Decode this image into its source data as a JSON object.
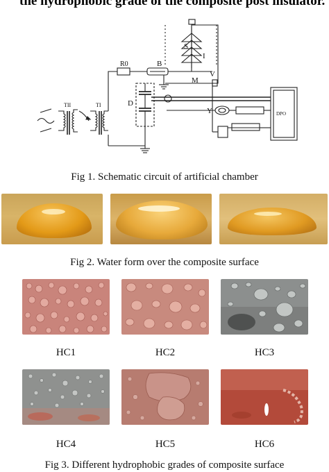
{
  "top_text": "the hydrophobic grade of the composite post insulator.",
  "fig1": {
    "caption": "Fig 1.  Schematic circuit of artificial chamber",
    "labels": {
      "S": "S",
      "I": "I",
      "R0": "R0",
      "B": "B",
      "V": "V",
      "M": "M",
      "D": "D",
      "Y": "Y",
      "TII": "TII",
      "TI": "TI",
      "DPO": "DPO"
    }
  },
  "fig2": {
    "caption": "Fig 2. Water form over the composite surface"
  },
  "fig3": {
    "caption": "Fig 3. Different hydrophobic grades of composite surface",
    "grades": [
      "HC1",
      "HC2",
      "HC3",
      "HC4",
      "HC5",
      "HC6"
    ]
  }
}
